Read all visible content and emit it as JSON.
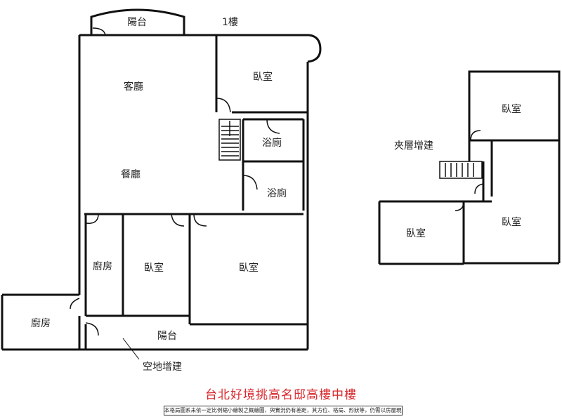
{
  "floor_label": "1樓",
  "main_floor": {
    "balcony_top": "陽台",
    "living_room": "客廳",
    "dining_room": "餐廳",
    "bedroom_ne": "臥室",
    "bathroom_1": "浴廁",
    "bathroom_2": "浴廁",
    "kitchen_inner": "廚房",
    "bedroom_sw": "臥室",
    "bedroom_se": "臥室",
    "kitchen_outer": "廚房",
    "balcony_bottom": "陽台",
    "extension_note": "空地增建"
  },
  "mezzanine": {
    "label": "夾層增建",
    "bedroom_top": "臥室",
    "bedroom_left": "臥室",
    "bedroom_right": "臥室"
  },
  "title": "台北好境挑高名邸高樓中樓",
  "disclaimer": "本格局圖系未依一定比例縮小繪製之概繪圖，與實況仍有差距，其方位、格局、形狀等，仍需以房屋現場為準"
}
